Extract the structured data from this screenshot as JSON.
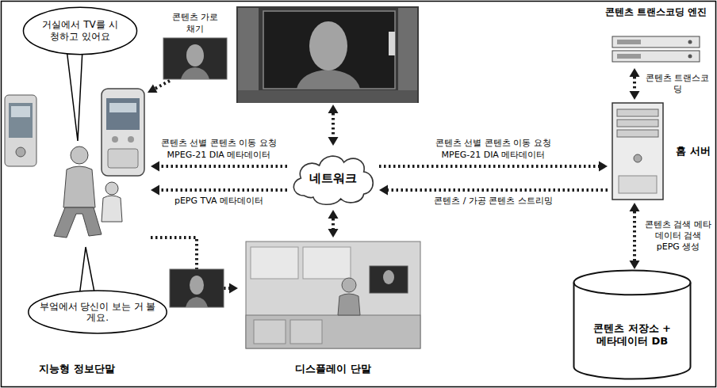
{
  "diagram": {
    "nodes": [
      {
        "text": [
          "거실에서 TV를 시청하고 있어요"
        ]
      },
      {
        "text": [
          "지능형 정보단말"
        ]
      },
      {
        "text": [
          "부엌에서 당신이 보는 거 볼게요."
        ]
      },
      {
        "text": [
          "네트워크"
        ]
      },
      {
        "text": [
          "디스플레이 단말"
        ]
      },
      {
        "text": [
          "콘텐츠 트랜스코딩 엔진"
        ]
      },
      {
        "text": [
          "홈 서버"
        ]
      },
      {
        "text": [
          "콘텐츠 저장소 + 메타데이터 DB"
        ]
      }
    ],
    "edges": [
      {
        "from": 3,
        "to": 1,
        "arrow": "to",
        "label": "콘텐츠 선별 콘텐츠 이동 요청 MPEG-21 DIA 메타데이터"
      },
      {
        "from": 3,
        "to": 1,
        "arrow": "to",
        "label": "pEPG TVA 메타데이터"
      },
      {
        "from": 3,
        "to": 6,
        "arrow": "to",
        "label": "콘텐츠 선별 콘텐츠 이동 요청 MPEG-21 DIA 메타데이터"
      },
      {
        "from": 6,
        "to": 3,
        "arrow": "to",
        "label": "콘텐츠 / 가공 콘텐츠 스트리밍"
      },
      {
        "from": 5,
        "to": 6,
        "arrow": "both",
        "label": "콘텐츠 트랜스코딩"
      },
      {
        "from": 6,
        "to": 7,
        "arrow": "both",
        "label": "콘텐츠 검색 메타데이터 검색 pEPG 생성"
      },
      {
        "from": 1,
        "to": 4,
        "arrow": "to"
      },
      {
        "from": 3,
        "to": 4,
        "arrow": "both"
      }
    ],
    "labels": [
      "콘텐츠 가로채기"
    ]
  }
}
